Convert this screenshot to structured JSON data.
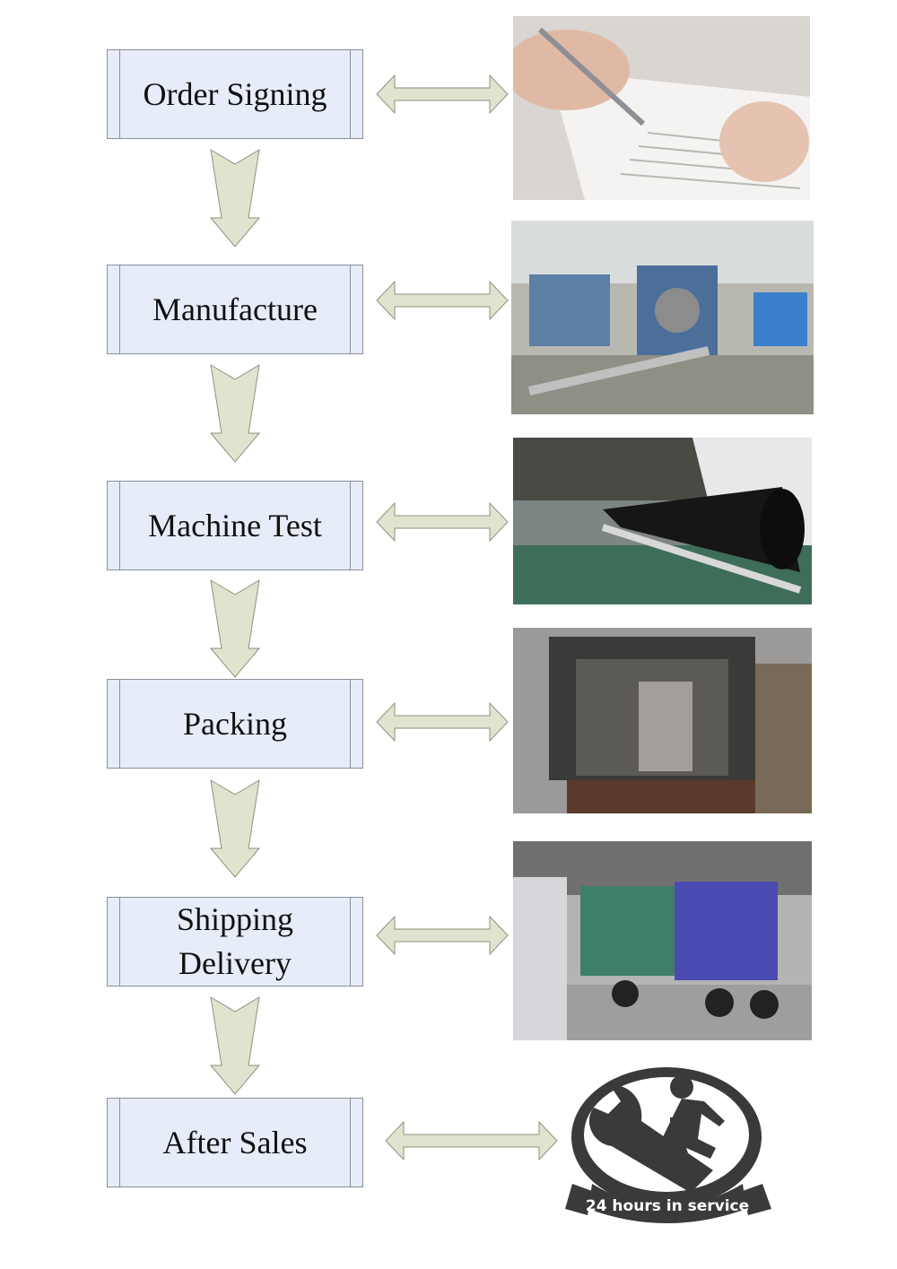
{
  "steps": [
    {
      "label": "Order Signing",
      "image": "hand-signing-contract"
    },
    {
      "label": "Manufacture",
      "image": "factory-production-line"
    },
    {
      "label": "Machine Test",
      "image": "pipe-extrusion-test"
    },
    {
      "label": "Packing",
      "image": "machine-in-container"
    },
    {
      "label": "Shipping\nDelivery",
      "image": "container-truck"
    },
    {
      "label": "After Sales",
      "image": "service-logo"
    }
  ],
  "logo": {
    "text": "24 hours in service"
  },
  "colors": {
    "box_fill": "#e6ecf8",
    "arrow_fill": "#dfe4cf",
    "arrow_stroke": "#8d927e",
    "logo": "#3a3a3a"
  }
}
